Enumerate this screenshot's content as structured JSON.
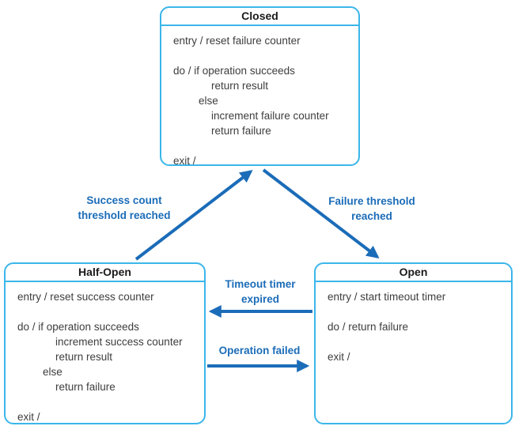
{
  "diagram": {
    "type": "state-diagram"
  },
  "colors": {
    "box_border": "#3BB6EA",
    "arrow": "#1B6CB8",
    "label_text": "#1B6CB8",
    "title_text": "#1A1A1A",
    "body_text": "#3D3D3D",
    "background": "#FFFFFF"
  },
  "states": {
    "closed": {
      "title": "Closed",
      "lines": [
        "entry / reset failure counter",
        "do / if operation succeeds",
        "return result",
        "else",
        "increment failure counter",
        "return failure",
        "exit /"
      ]
    },
    "half_open": {
      "title": "Half-Open",
      "lines": [
        "entry / reset success counter",
        "do / if operation succeeds",
        "increment success counter",
        "return result",
        "else",
        "return failure",
        "exit /"
      ]
    },
    "open": {
      "title": "Open",
      "lines": [
        "entry / start timeout timer",
        "do / return failure",
        "exit /"
      ]
    }
  },
  "transitions": {
    "success": {
      "from": "Half-Open",
      "to": "Closed",
      "line1": "Success count",
      "line2": "threshold reached"
    },
    "failure": {
      "from": "Closed",
      "to": "Open",
      "line1": "Failure threshold",
      "line2": "reached"
    },
    "timeout": {
      "from": "Open",
      "to": "Half-Open",
      "line1": "Timeout timer",
      "line2": "expired"
    },
    "operation_failed": {
      "from": "Half-Open",
      "to": "Open",
      "line1": "Operation failed"
    }
  }
}
